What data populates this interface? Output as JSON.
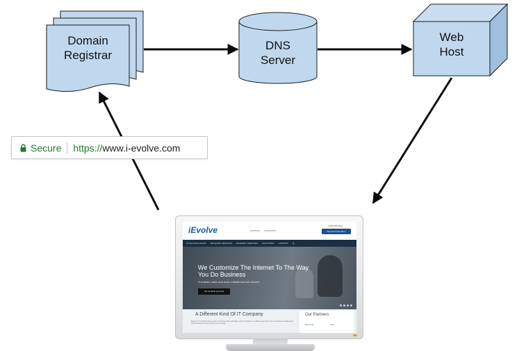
{
  "nodes": {
    "registrar": {
      "line1": "Domain",
      "line2": "Registrar"
    },
    "dns": {
      "line1": "DNS",
      "line2": "Server"
    },
    "webhost": {
      "line1": "Web",
      "line2": "Host"
    }
  },
  "address_bar": {
    "secure_label": "Secure",
    "scheme": "https://",
    "domain": "www.i-evolve.com"
  },
  "website": {
    "logo": "iEvolve",
    "contact_a": "SUPPORT",
    "contact_b": "COMMUNITY",
    "phone": "1-800-555-0100",
    "cta": "Request Information",
    "nav": [
      "CLOUD SOLUTIONS",
      "NETWORK SERVICES",
      "INTERNET SERVICES",
      "OUR STORY",
      "CONTACT",
      "Q"
    ],
    "hero_title": "We Customize The Internet To The Way You Do Business",
    "hero_sub": "A smarter, safer and more reliable internet service.",
    "hero_button": "Let us show you how",
    "section_title": "A Different Kind Of IT Company",
    "section_text": "iEvolve IT Consulting helps people do business with technology, easily. We believe in a different approach. Our consultants are dedicated to understanding the true needs of your company.",
    "partners_title": "Our Partners",
    "partner_a": "Microsoft",
    "partner_b": "cisco"
  },
  "colors": {
    "node_fill": "#bfd8ee",
    "node_stroke": "#1a1a1a",
    "arrow": "#0a0a0a",
    "secure_green": "#1f7a33"
  }
}
